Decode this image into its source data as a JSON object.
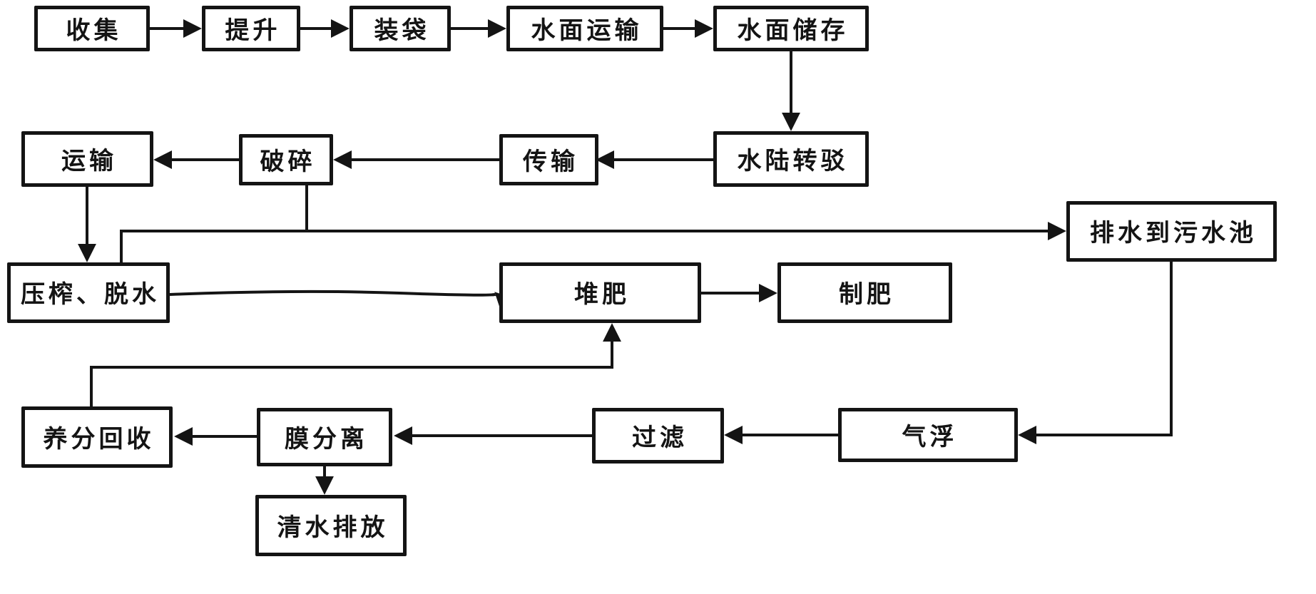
{
  "diagram": {
    "type": "flowchart",
    "background_color": "#ffffff",
    "box_fill": "#ffffff",
    "line_color": "#141414"
  },
  "nodes": [
    {
      "id": "collect",
      "label": "收集"
    },
    {
      "id": "lift",
      "label": "提升"
    },
    {
      "id": "bagging",
      "label": "装袋"
    },
    {
      "id": "water-transport",
      "label": "水面运输"
    },
    {
      "id": "water-storage",
      "label": "水面储存"
    },
    {
      "id": "transport",
      "label": "运输"
    },
    {
      "id": "crushing",
      "label": "破碎"
    },
    {
      "id": "conveying",
      "label": "传输"
    },
    {
      "id": "water-land-transfer",
      "label": "水陆转驳"
    },
    {
      "id": "drain-to-sewage",
      "label": "排水到污水池"
    },
    {
      "id": "press-dewater",
      "label": "压榨、脱水"
    },
    {
      "id": "composting",
      "label": "堆肥"
    },
    {
      "id": "fertilizer-making",
      "label": "制肥"
    },
    {
      "id": "nutrient-recovery",
      "label": "养分回收"
    },
    {
      "id": "membrane-separation",
      "label": "膜分离"
    },
    {
      "id": "filtration",
      "label": "过滤"
    },
    {
      "id": "air-flotation",
      "label": "气浮"
    },
    {
      "id": "clean-water-discharge",
      "label": "清水排放"
    }
  ],
  "edges": [
    {
      "from": "collect",
      "to": "lift"
    },
    {
      "from": "lift",
      "to": "bagging"
    },
    {
      "from": "bagging",
      "to": "water-transport"
    },
    {
      "from": "water-transport",
      "to": "water-storage"
    },
    {
      "from": "water-storage",
      "to": "water-land-transfer"
    },
    {
      "from": "water-land-transfer",
      "to": "conveying"
    },
    {
      "from": "conveying",
      "to": "crushing"
    },
    {
      "from": "crushing",
      "to": "transport"
    },
    {
      "from": "transport",
      "to": "press-dewater"
    },
    {
      "from": "crushing",
      "to": "drain-to-sewage"
    },
    {
      "from": "press-dewater",
      "to": "drain-to-sewage"
    },
    {
      "from": "press-dewater",
      "to": "composting"
    },
    {
      "from": "composting",
      "to": "fertilizer-making"
    },
    {
      "from": "drain-to-sewage",
      "to": "air-flotation"
    },
    {
      "from": "air-flotation",
      "to": "filtration"
    },
    {
      "from": "filtration",
      "to": "membrane-separation"
    },
    {
      "from": "membrane-separation",
      "to": "nutrient-recovery"
    },
    {
      "from": "nutrient-recovery",
      "to": "composting"
    },
    {
      "from": "membrane-separation",
      "to": "clean-water-discharge"
    }
  ]
}
